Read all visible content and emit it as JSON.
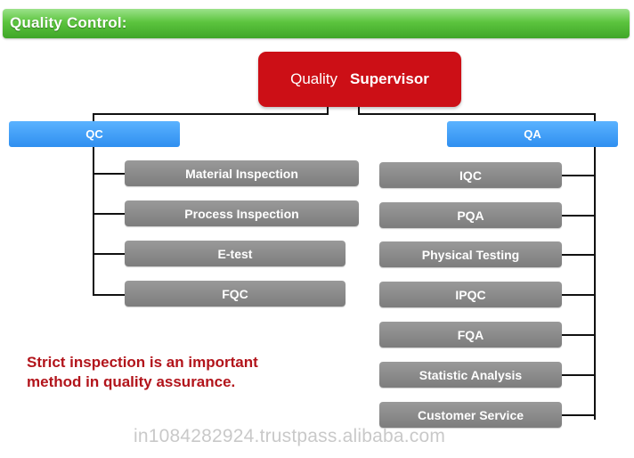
{
  "header": {
    "title": "Quality Control:"
  },
  "supervisor": {
    "word1": "Quality",
    "word2": "Supervisor"
  },
  "qc": {
    "label": "QC",
    "items": [
      "Material Inspection",
      "Process Inspection",
      "E-test",
      "FQC"
    ]
  },
  "qa": {
    "label": "QA",
    "items": [
      "IQC",
      "PQA",
      "Physical Testing",
      "IPQC",
      "FQA",
      "Statistic Analysis",
      "Customer Service"
    ]
  },
  "note": {
    "line1": "Strict inspection is an important",
    "line2": "method in quality assurance."
  },
  "watermark": {
    "text": "in1084282924.trustpass.alibaba.com"
  },
  "colors": {
    "header": "#4fb835",
    "supervisor": "#cc0f16",
    "blue": "#3d9ef7",
    "gray": "#8a8a8a",
    "note": "#b2141b"
  }
}
